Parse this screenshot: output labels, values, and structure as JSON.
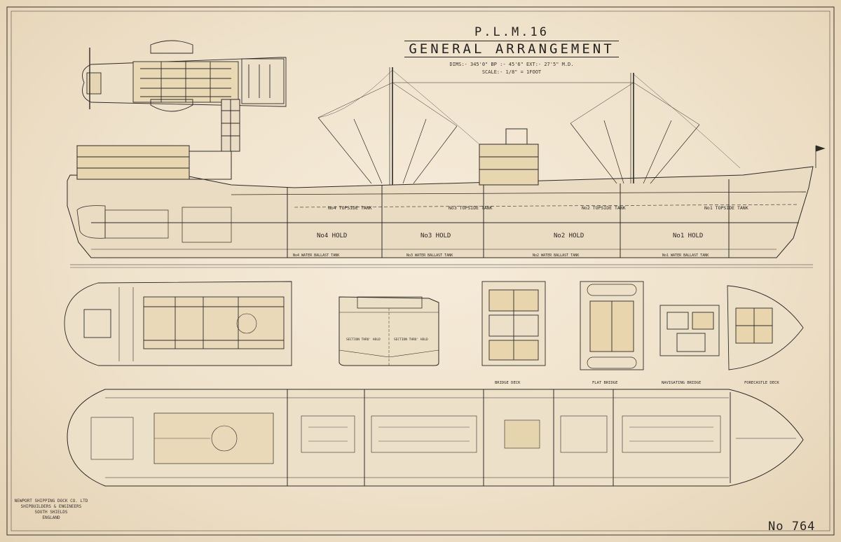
{
  "title": {
    "main": "P.L.M.16",
    "sub": "GENERAL ARRANGEMENT",
    "dims": "DIMS:- 345'0\" BP :- 45'6\" EXT:- 27'5\" M.D.",
    "scale": "SCALE:- 1/8\" = 1FOOT"
  },
  "profile": {
    "tanks": [
      "No4 TOPSIDE TANK",
      "No3 TOPSIDE TANK",
      "No2 TOPSIDE TANK",
      "No1 TOPSIDE TANK"
    ],
    "holds": [
      "No4 HOLD",
      "No3 HOLD",
      "No2 HOLD",
      "No1 HOLD"
    ],
    "ballast": [
      "No4 WATER BALLAST TANK",
      "No3 WATER BALLAST TANK",
      "No2 WATER BALLAST TANK",
      "No1 WATER BALLAST TANK"
    ]
  },
  "deck_labels": [
    "BRIDGE DECK",
    "FLAT BRIDGE",
    "NAVIGATING BRIDGE",
    "FORECASTLE DECK"
  ],
  "section_labels": [
    "SECTION THRO' HOLD",
    "SECTION THRO' HOLD"
  ],
  "builder": [
    "NEWPORT SHIPPING DOCK CO. LTD",
    "SHIPBUILDERS & ENGINEERS",
    "SOUTH SHIELDS",
    "ENGLAND"
  ],
  "drawing_number": "No 764"
}
